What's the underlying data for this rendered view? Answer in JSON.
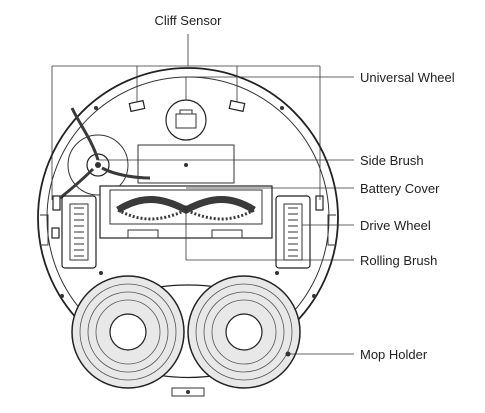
{
  "labels": {
    "cliff_sensor": "Cliff Sensor",
    "universal_wheel": "Universal Wheel",
    "side_brush": "Side Brush",
    "battery_cover": "Battery Cover",
    "drive_wheel": "Drive Wheel",
    "rolling_brush": "Rolling Brush",
    "mop_holder": "Mop Holder"
  },
  "colors": {
    "line": "#333333",
    "text": "#222222",
    "brush_dark": "#3a3a3a",
    "mop_pad": "#e8e8e8"
  }
}
